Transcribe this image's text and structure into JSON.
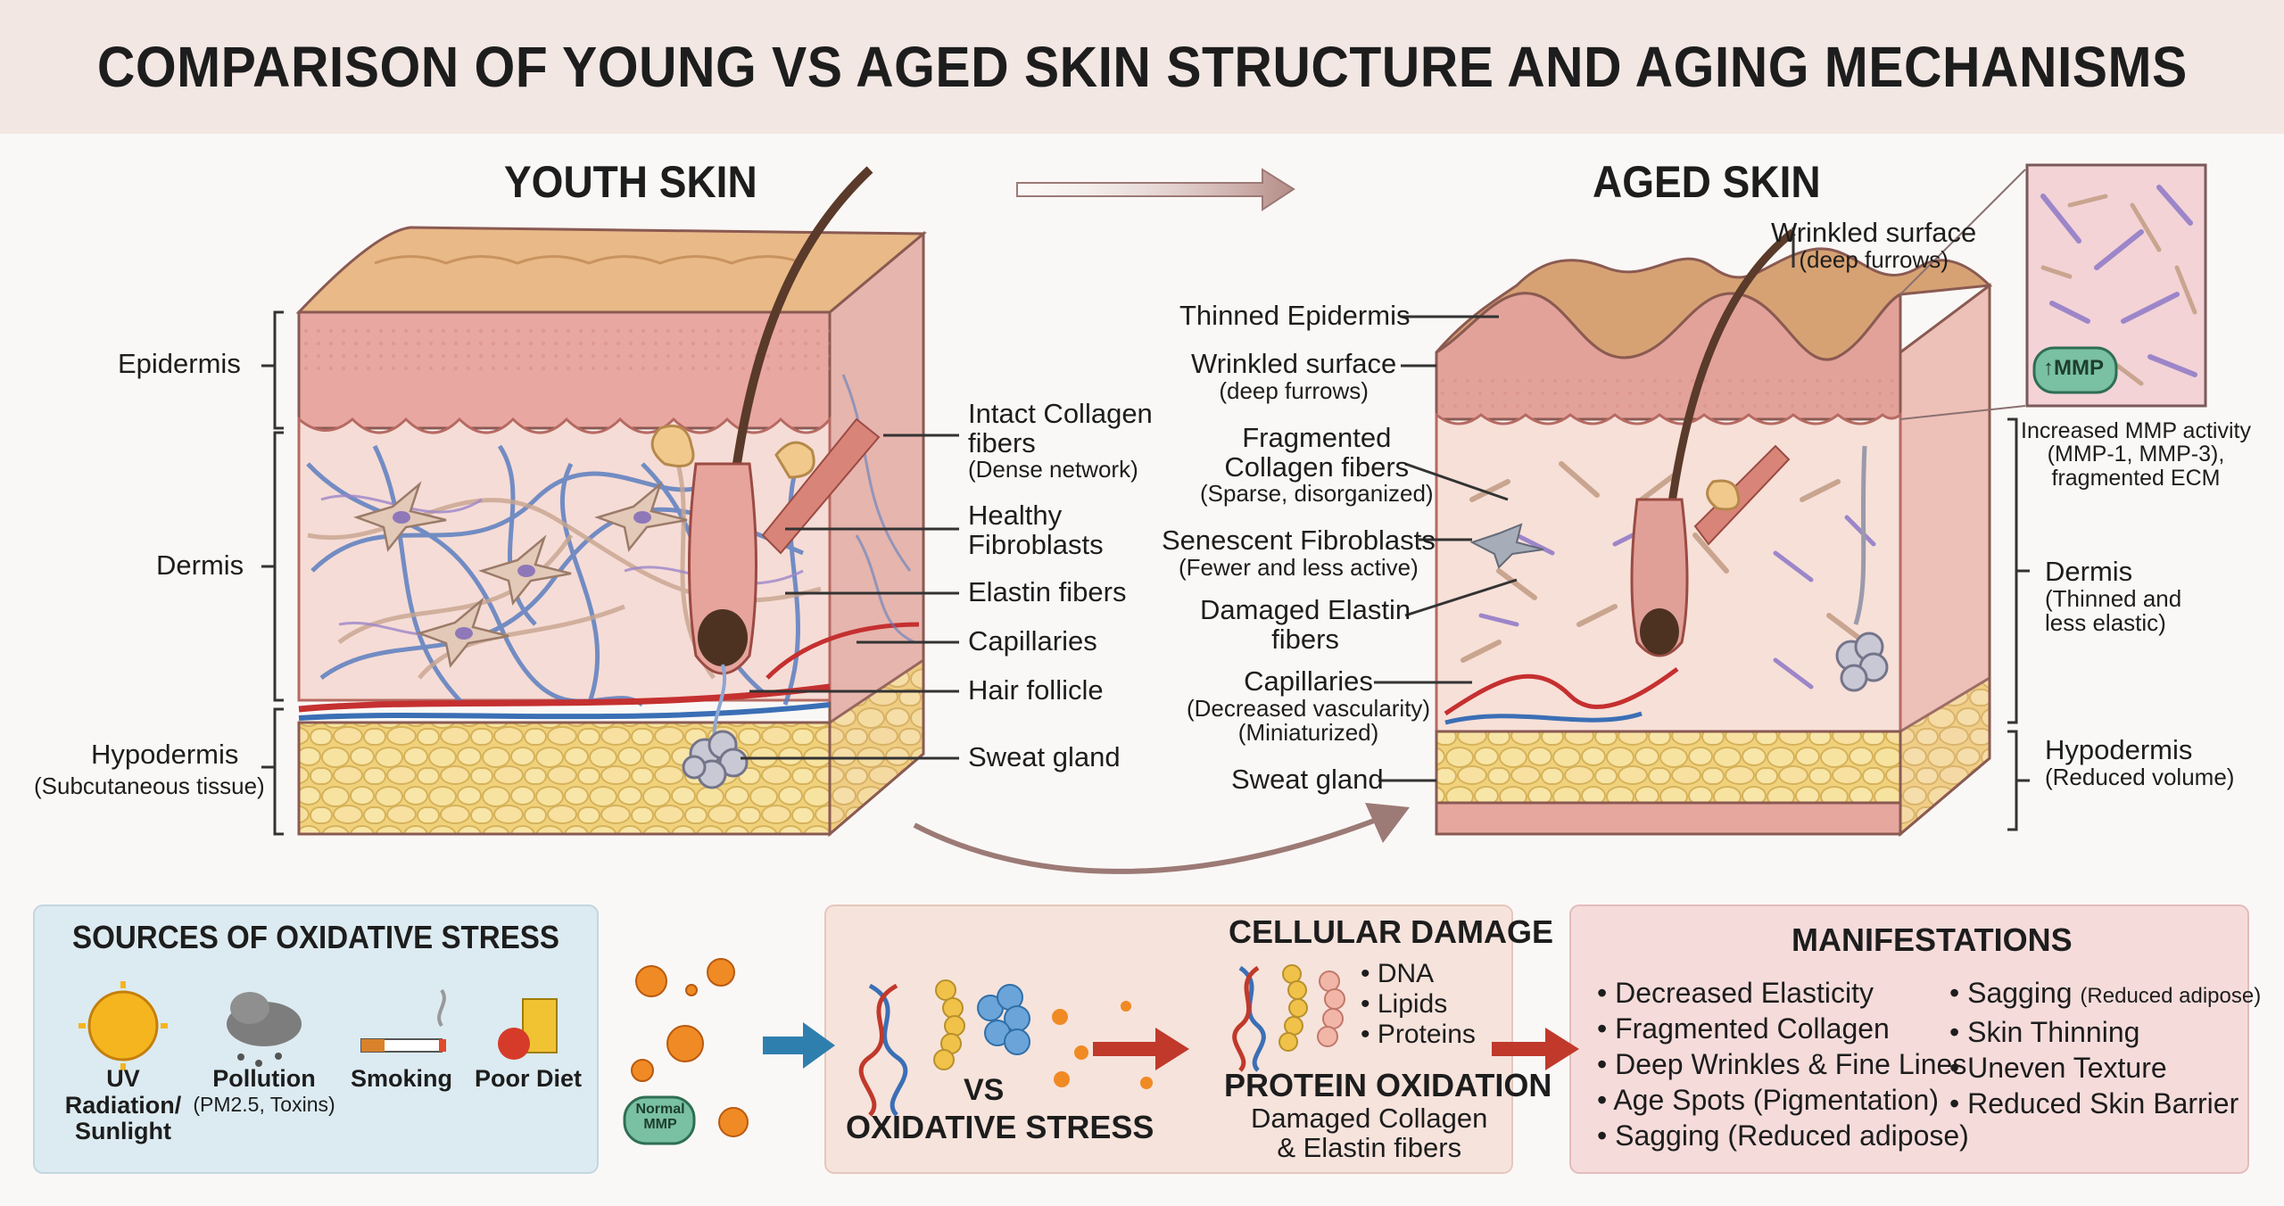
{
  "title": "COMPARISON OF YOUNG VS AGED SKIN STRUCTURE AND AGING MECHANISMS",
  "youth": {
    "heading": "YOUTH SKIN",
    "layers": {
      "epidermis": "Epidermis",
      "dermis": "Dermis",
      "hypodermis": "Hypodermis",
      "hypodermis_sub": "(Subcutaneous tissue)"
    },
    "labels": {
      "collagen": "Intact Collagen fibers",
      "collagen_line1": "Intact Collagen",
      "collagen_line2": "fibers",
      "collagen_sub": "(Dense network)",
      "fibroblasts_line1": "Healthy",
      "fibroblasts_line2": "Fibroblasts",
      "elastin": "Elastin fibers",
      "capillaries": "Capillaries",
      "hair": "Hair follicle",
      "sweat": "Sweat gland"
    }
  },
  "aged": {
    "heading": "AGED SKIN",
    "labels": {
      "wrinkled_top": "Wrinkled surface",
      "wrinkled_top_sub": "(deep furrows)",
      "thinned_epidermis": "Thinned Epidermis",
      "wrinkled": "Wrinkled surface",
      "wrinkled_sub": "(deep furrows)",
      "frag_line1": "Fragmented",
      "frag_line2": "Collagen fibers",
      "frag_sub": "(Sparse, disorganized)",
      "senescent": "Senescent Fibroblasts",
      "senescent_sub": "(Fewer and less active)",
      "elastin_line1": "Damaged Elastin",
      "elastin_line2": "fibers",
      "capillaries": "Capillaries",
      "capillaries_sub1": "(Decreased vascularity)",
      "capillaries_sub2": "(Miniaturized)",
      "sweat": "Sweat gland",
      "mmp_badge": "↑MMP",
      "mmp_line1": "Increased MMP activity",
      "mmp_line2": "(MMP-1, MMP-3),",
      "mmp_line3": "fragmented ECM",
      "dermis": "Dermis",
      "dermis_sub1": "(Thinned and",
      "dermis_sub2": "less elastic)",
      "hypodermis": "Hypodermis",
      "hypodermis_sub": "(Reduced volume)"
    }
  },
  "sources": {
    "heading": "SOURCES OF OXIDATIVE STRESS",
    "items": [
      {
        "name_line1": "UV Radiation/",
        "name_line2": "Sunlight",
        "sub": "",
        "icon": "sun-icon"
      },
      {
        "name_line1": "Pollution",
        "name_line2": "",
        "sub": "(PM2.5, Toxins)",
        "icon": "smog-cloud-icon"
      },
      {
        "name_line1": "Smoking",
        "name_line2": "",
        "sub": "",
        "icon": "cigarette-icon"
      },
      {
        "name_line1": "Poor Diet",
        "name_line2": "",
        "sub": "",
        "icon": "fast-food-icon"
      }
    ],
    "normal_mmp_line1": "Normal",
    "normal_mmp_line2": "MMP"
  },
  "damage": {
    "heading": "CELLULAR DAMAGE",
    "vs": "VS",
    "oxidative": "OXIDATIVE STRESS",
    "targets": [
      "DNA",
      "Lipids",
      "Proteins"
    ],
    "protein_heading": "PROTEIN OXIDATION",
    "protein_line1": "Damaged Collagen",
    "protein_line2": "& Elastin fibers"
  },
  "manifestations": {
    "heading": "MANIFESTATIONS",
    "left": [
      "Decreased Elasticity",
      "Fragmented Collagen",
      "Deep Wrinkles & Fine Lines",
      "Age Spots (Pigmentation)",
      "Sagging (Reduced adipose)"
    ],
    "right": [
      {
        "main": "Sagging",
        "note": "(Reduced adipose)"
      },
      {
        "main": "Skin Thinning",
        "note": ""
      },
      {
        "main": "Uneven Texture",
        "note": ""
      },
      {
        "main": "Reduced Skin Barrier",
        "note": ""
      }
    ]
  },
  "colors": {
    "title_bg": "#f3e7e3",
    "sources_bg": "#dcebf1",
    "damage_bg": "#f6e3dc",
    "manifest_bg": "#f5dcdb",
    "epidermis": "#e9a7a1",
    "surface": "#e6b98a",
    "dermis": "#f6dcd6",
    "fat": "#f4dc8c",
    "collagen_blue": "#5b7fc0",
    "elastin_purple": "#9c86c9",
    "arrow_red": "#c0392b",
    "arrow_blue": "#2f7fae"
  }
}
